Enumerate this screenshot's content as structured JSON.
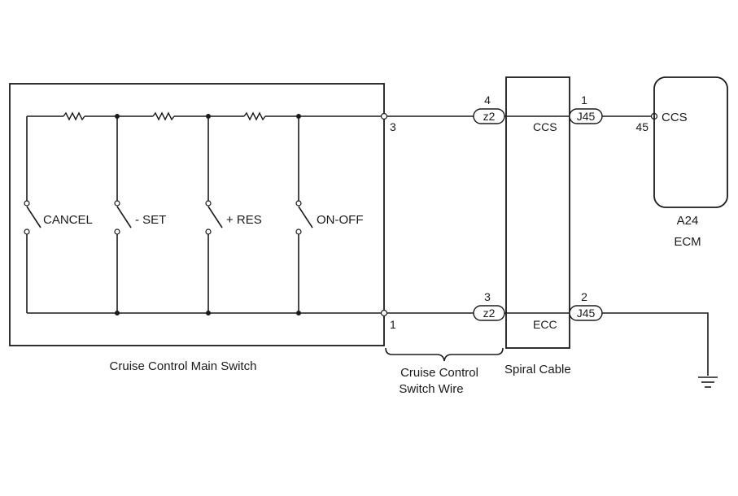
{
  "switch_box": {
    "title": "Cruise Control Main Switch",
    "switches": [
      "CANCEL",
      "- SET",
      "+ RES",
      "ON-OFF"
    ],
    "pin_top": "3",
    "pin_bottom": "1"
  },
  "wire_harness": {
    "label_line1": "Cruise Control",
    "label_line2": "Switch Wire",
    "conn_top_pin": "4",
    "conn_top_name": "z2",
    "conn_bottom_pin": "3",
    "conn_bottom_name": "z2"
  },
  "spiral_cable": {
    "label": "Spiral Cable",
    "pin_top_label": "CCS",
    "pin_bottom_label": "ECC"
  },
  "j45": {
    "top_pin": "1",
    "top_name": "J45",
    "bottom_pin": "2",
    "bottom_name": "J45"
  },
  "ecm": {
    "pin_number": "45",
    "pin_label": "CCS",
    "code": "A24",
    "name": "ECM"
  }
}
